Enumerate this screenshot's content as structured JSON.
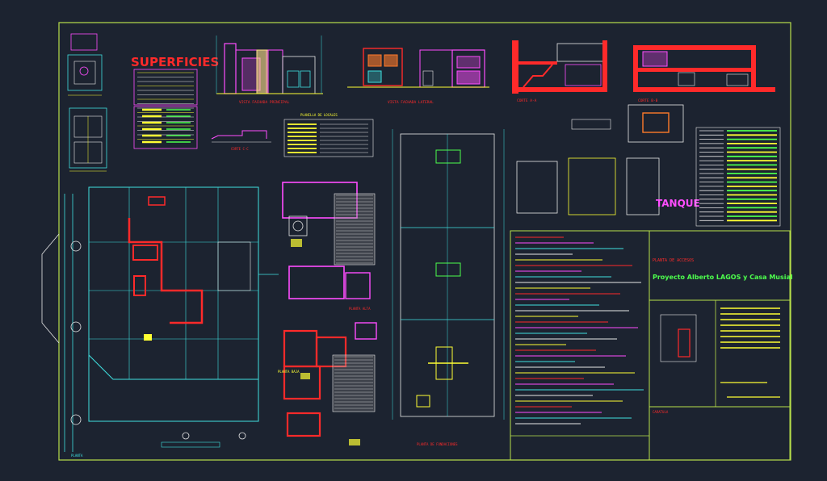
{
  "drawing": {
    "title_block": {
      "project_line": "Proyecto Alberto LAGOS y Casa Musial",
      "header_red": "PLANTA DE ACCESOS",
      "table_header": "CARATULA"
    },
    "labels": {
      "superficies": "SUPERFICIES",
      "tanque": "TANQUE",
      "planta_baja": "PLANTA BAJA",
      "planta_alta": "PLANTA ALTA",
      "fachada_principal": "VISTA FACHADA PRINCIPAL",
      "fachada_lateral": "VISTA FACHADA LATERAL",
      "corte_aa": "CORTE A-A",
      "corte_bb": "CORTE B-B",
      "fundaciones": "PLANTA DE FUNDACIONES",
      "planilla": "PLANILLA DE LOCALES"
    },
    "colors": {
      "background": "#1c2330",
      "frame": "#b8e04a",
      "red": "#ff2a2a",
      "magenta": "#ff4dff",
      "cyan": "#3fe0e0",
      "yellow": "#ffff33",
      "green": "#4dff4d",
      "white": "#e8e8e8"
    }
  }
}
